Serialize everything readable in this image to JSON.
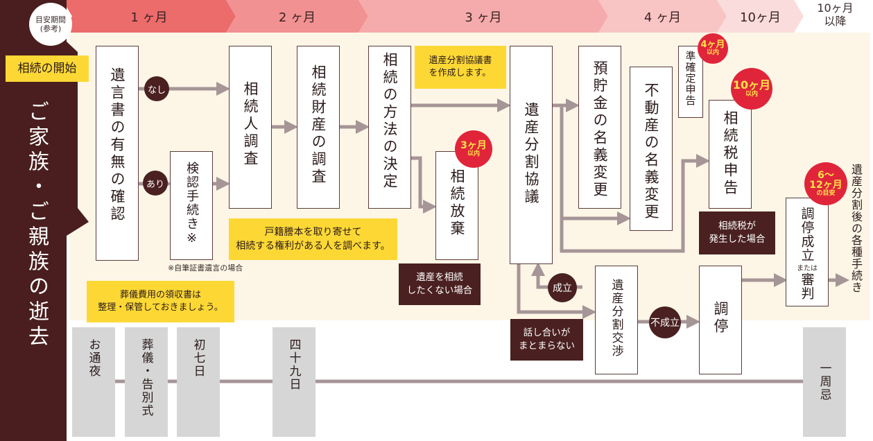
{
  "header": {
    "badge": "目安期間\n(参考)",
    "periods": [
      "1 ヶ月",
      "2 ヶ月",
      "3 ヶ月",
      "4 ヶ月",
      "10ヶ月",
      "10ヶ月\n以降"
    ]
  },
  "sidebar": {
    "start": "相続の開始",
    "title": "ご家族・ご親族の逝去"
  },
  "steps": {
    "will": "遺言書の有無の確認",
    "probate": "検認手続き※",
    "heirs": "相続人調査",
    "assets": "相続財産の調査",
    "method": "相続の方法の決定",
    "renounce": "相続放棄",
    "division": "遺産分割協議",
    "deposit": "預貯金の名義変更",
    "realestate": "不動産の名義変更",
    "quasi": "準確定申告",
    "tax": "相続税申告",
    "negotiation": "遺産分割交渉",
    "mediation": "調停",
    "settle1": "調停成立",
    "settle_or": "または",
    "settle2": "審判",
    "after": "遺産分割後の各種手続き"
  },
  "labels": {
    "none": "なし",
    "exists": "あり",
    "agreed": "成立",
    "failed": "不成立",
    "note": "※自筆証書遺言の場合"
  },
  "deadlines": {
    "renounce_num": "3ヶ月",
    "renounce_sub": "以内",
    "quasi_num": "4ヶ月",
    "quasi_sub": "以内",
    "tax_num": "10ヶ月",
    "tax_sub": "以内",
    "med_num1": "6〜",
    "med_num2": "12ヶ月",
    "med_sub": "の目安"
  },
  "callouts": {
    "agreement": "遺産分割協議書\nを作成します。",
    "koseki": "戸籍謄本を取り寄せて\n相続する権利がある人を調べます。",
    "funeral": "葬儀費用の領収書は\n整理・保管しておきましょう。",
    "no_inherit": "遺産を相続\nしたくない場合",
    "tax_case": "相続税が\n発生した場合",
    "no_agree": "話し合いが\nまとまらない"
  },
  "events": [
    "お通夜",
    "葬儀・告別式",
    "初七日",
    "四十九日",
    "一周忌"
  ]
}
